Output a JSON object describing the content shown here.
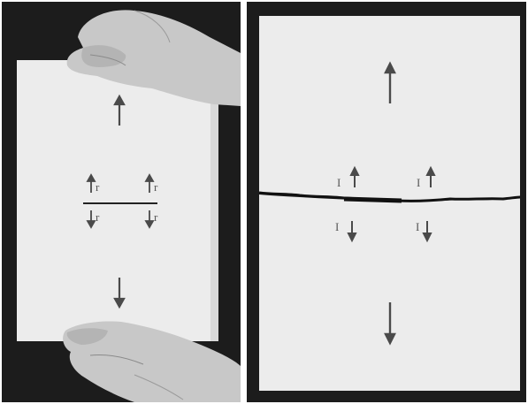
{
  "panels": [
    {
      "id": "left",
      "description_tag": "paper-held-by-hands",
      "arrow_labels": [
        "r",
        "r",
        "r",
        "r"
      ]
    },
    {
      "id": "right",
      "description_tag": "torn-paper",
      "arrow_labels": [
        "I",
        "I",
        "I",
        "I"
      ]
    }
  ],
  "colors": {
    "background": "#1c1c1c",
    "paper": "#ececec",
    "ink": "#4a4a4a",
    "skin": "#c9c9c9",
    "tear": "#111111"
  }
}
